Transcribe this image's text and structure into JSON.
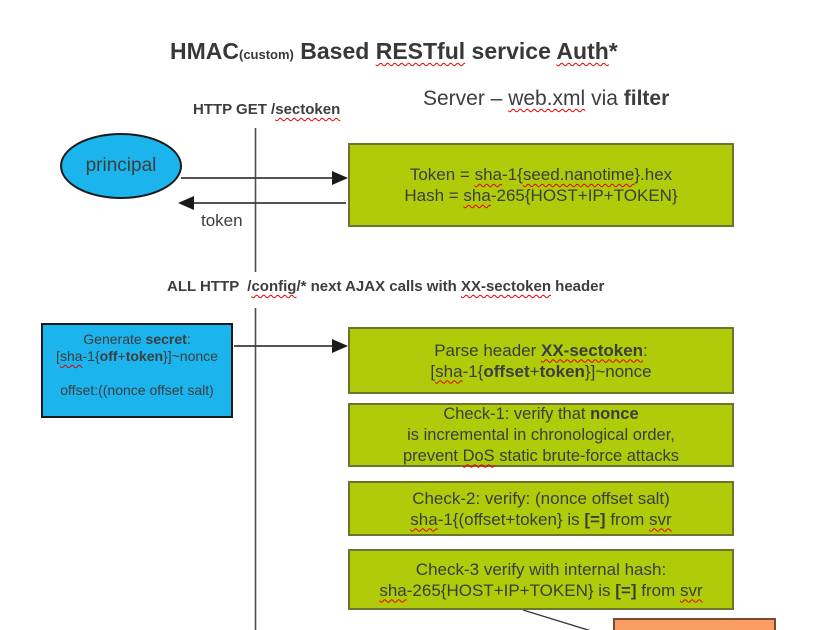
{
  "colors": {
    "node_green": "#AFCB0A",
    "node_green_border": "#6E7430",
    "node_blue": "#1BB4EC",
    "node_orange": "#FA9E64",
    "node_orange_border": "#7B4A33",
    "squiggle": "#E60000",
    "ink": "#3D3D3D"
  },
  "title": {
    "rich": [
      [
        {
          "t": "HMAC"
        },
        {
          "t": "(custom)",
          "sub": 1
        },
        {
          "t": " Based "
        },
        {
          "t": "RESTful",
          "sq": 1
        },
        {
          "t": " service "
        },
        {
          "t": "Auth",
          "sq": 1
        },
        {
          "t": "*"
        }
      ]
    ]
  },
  "labels": {
    "http_get": {
      "rich": [
        [
          {
            "t": "HTTP GET /"
          },
          {
            "t": "sectoken",
            "sq": 1
          }
        ]
      ]
    },
    "server": {
      "rich": [
        [
          {
            "t": "Server – "
          },
          {
            "t": "web.xml",
            "sq": 1
          },
          {
            "t": " via "
          },
          {
            "t": "filter",
            "b": 1
          }
        ]
      ]
    },
    "all_http": {
      "rich": [
        [
          {
            "t": "ALL HTTP  /"
          },
          {
            "t": "config",
            "sq": 1
          },
          {
            "t": "/* next AJAX calls with "
          },
          {
            "t": "XX-sectoken",
            "sq": 1
          },
          {
            "t": " header"
          }
        ]
      ]
    },
    "token": "token"
  },
  "nodes": {
    "principal": {
      "label": "principal"
    },
    "token_hash": {
      "rich": [
        [
          {
            "t": "Token = "
          },
          {
            "t": "sha",
            "sq": 1
          },
          {
            "t": "-1{"
          },
          {
            "t": "seed.nanotime",
            "sq": 1
          },
          {
            "t": "}.hex"
          }
        ],
        [
          {
            "t": "Hash = "
          },
          {
            "t": "sha",
            "sq": 1
          },
          {
            "t": "-265{HOST+IP+TOKEN}"
          }
        ]
      ]
    },
    "generate_secret": {
      "rich": [
        [
          {
            "t": "Generate "
          },
          {
            "t": "secret",
            "b": 1
          },
          {
            "t": ":"
          }
        ],
        [
          {
            "t": "["
          },
          {
            "t": "sha",
            "sq": 1
          },
          {
            "t": "-1{"
          },
          {
            "t": "off",
            "b": 1
          },
          {
            "t": "+"
          },
          {
            "t": "token",
            "b": 1
          },
          {
            "t": "}]~nonce"
          }
        ],
        [
          {
            "t": " "
          }
        ],
        [
          {
            "t": "offset:((nonce offset salt)"
          }
        ]
      ]
    },
    "parse_header": {
      "rich": [
        [
          {
            "t": "Parse header "
          },
          {
            "t": "XX-sectoken",
            "b": 1,
            "sq": 1
          },
          {
            "t": ":"
          }
        ],
        [
          {
            "t": "["
          },
          {
            "t": "sha",
            "sq": 1
          },
          {
            "t": "-1{"
          },
          {
            "t": "offset",
            "b": 1
          },
          {
            "t": "+"
          },
          {
            "t": "token",
            "b": 1
          },
          {
            "t": "}]~nonce"
          }
        ]
      ]
    },
    "check1": {
      "rich": [
        [
          {
            "t": "Check-1: verify that "
          },
          {
            "t": "nonce",
            "b": 1
          }
        ],
        [
          {
            "t": "is incremental in chronological order,"
          }
        ],
        [
          {
            "t": "prevent "
          },
          {
            "t": "DoS",
            "sq": 1
          },
          {
            "t": " static brute-force attacks"
          }
        ]
      ]
    },
    "check2": {
      "rich": [
        [
          {
            "t": "Check-2: verify: (nonce offset salt)"
          }
        ],
        [
          {
            "t": "sha",
            "sq": 1
          },
          {
            "t": "-1{(offset+token} is "
          },
          {
            "t": "[=]",
            "b": 1
          },
          {
            "t": " from "
          },
          {
            "t": "svr",
            "sq": 1
          }
        ]
      ]
    },
    "check3": {
      "rich": [
        [
          {
            "t": "Check-3 verify with internal hash:"
          }
        ],
        [
          {
            "t": "sha",
            "sq": 1
          },
          {
            "t": "-265{HOST+IP+TOKEN} is "
          },
          {
            "t": "[=]",
            "b": 1
          },
          {
            "t": " from "
          },
          {
            "t": "svr",
            "sq": 1
          }
        ]
      ]
    }
  }
}
